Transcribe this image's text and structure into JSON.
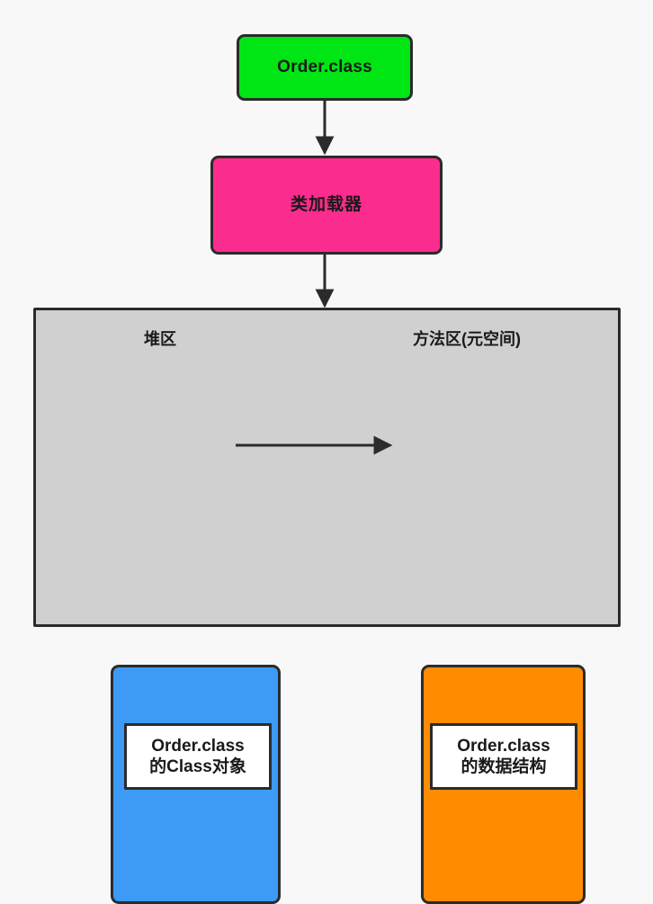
{
  "diagram": {
    "title_text": "JVM class loading diagram",
    "background_color": "#f8f8f8",
    "nodes": {
      "class_file": {
        "label": "Order.class",
        "color": "#00e614"
      },
      "class_loader": {
        "label": "类加载器",
        "color": "#fa2c8d"
      },
      "jvm_memory": {
        "color": "#d0d0d0"
      },
      "heap": {
        "title": "堆区",
        "color": "#3d9af5"
      },
      "method_area": {
        "title": "方法区(元空间)",
        "color": "#ff8c00"
      },
      "class_object": {
        "line1": "Order.class",
        "line2": "的Class对象",
        "color": "#ffffff"
      },
      "class_data_structure": {
        "line1": "Order.class",
        "line2": "的数据结构",
        "color": "#ffffff"
      }
    },
    "edges": [
      {
        "name": "class-file-to-class-loader",
        "from": "class_file",
        "to": "class_loader",
        "direction": "down",
        "label": ""
      },
      {
        "name": "class-loader-to-jvm-memory",
        "from": "class_loader",
        "to": "jvm_memory",
        "direction": "down",
        "label": ""
      },
      {
        "name": "class-object-to-class-data",
        "from": "class_object",
        "to": "class_data_structure",
        "direction": "right",
        "label": ""
      }
    ],
    "stroke_color": "#2b2b2b"
  }
}
